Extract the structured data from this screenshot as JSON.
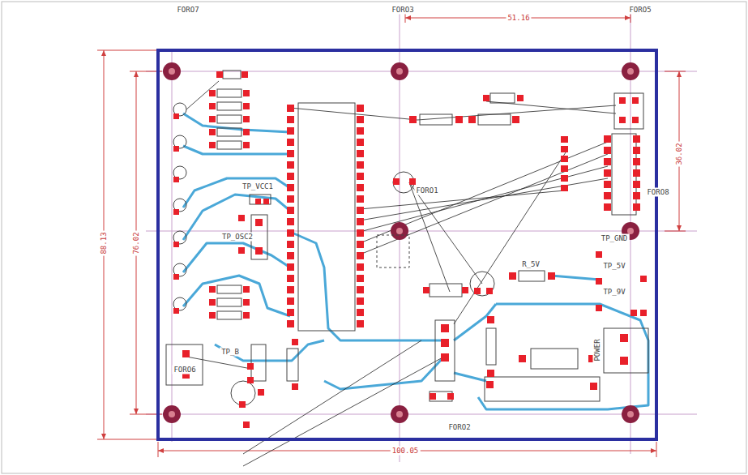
{
  "diagram": {
    "labels": [
      "FORO7",
      "FORO3",
      "51.16",
      "FORO5",
      "88.13",
      "76.02",
      "36.02",
      "100.05",
      "FORO1",
      "FORO8",
      "TP_GND",
      "TP_5V",
      "TP_9V",
      "R_5V",
      "POWER",
      "FORO2",
      "FORO6",
      "TP_B",
      "TP_VCC1",
      "TP_OSC2"
    ]
  }
}
